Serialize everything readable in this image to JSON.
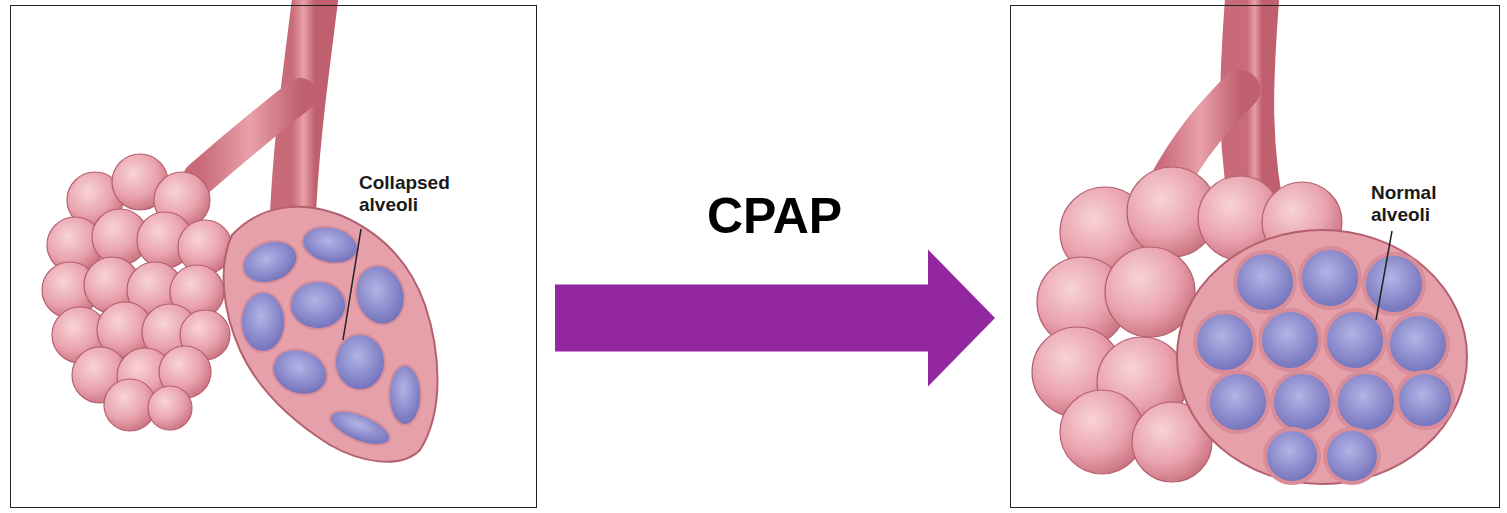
{
  "diagram": {
    "nodes": [
      {
        "text": [
          "Collapsed alveoli"
        ]
      },
      {
        "text": [
          "Normal alveoli"
        ]
      }
    ],
    "edges": [
      {
        "from": 0,
        "to": 1,
        "arrow": "to",
        "label": "CPAP"
      }
    ]
  }
}
